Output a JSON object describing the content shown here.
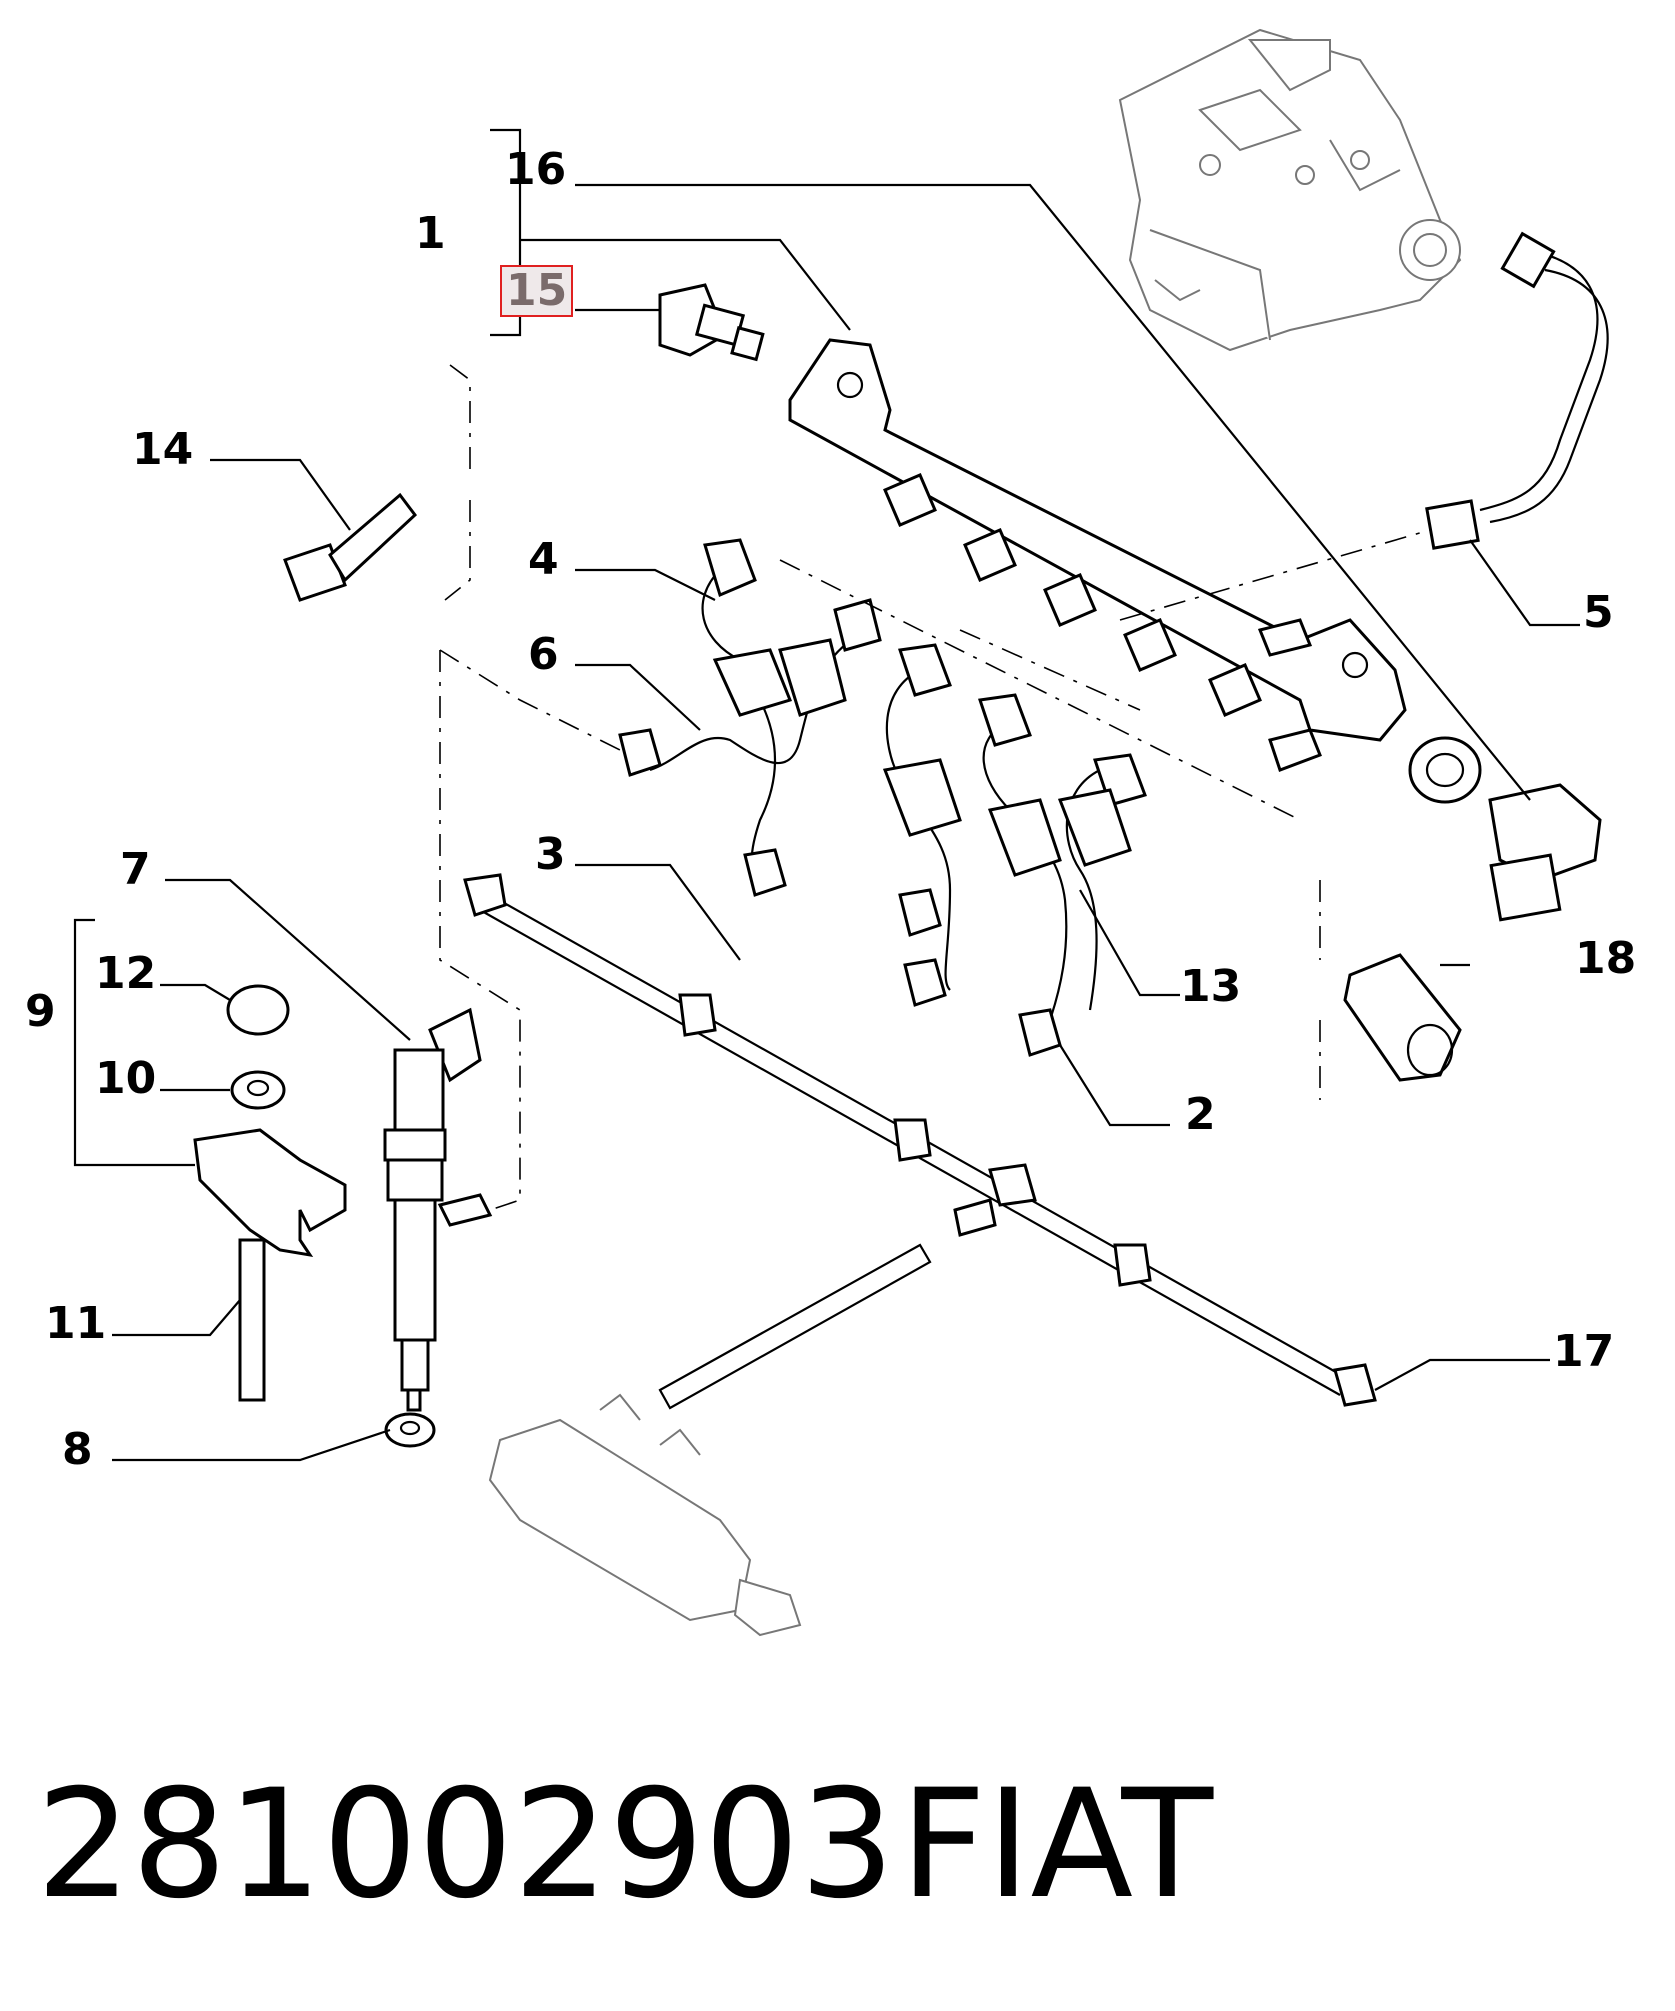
{
  "diagram": {
    "callouts": [
      {
        "id": "1",
        "label": "1",
        "highlighted": false
      },
      {
        "id": "2",
        "label": "2",
        "highlighted": false
      },
      {
        "id": "3",
        "label": "3",
        "highlighted": false
      },
      {
        "id": "4",
        "label": "4",
        "highlighted": false
      },
      {
        "id": "5",
        "label": "5",
        "highlighted": false
      },
      {
        "id": "6",
        "label": "6",
        "highlighted": false
      },
      {
        "id": "7",
        "label": "7",
        "highlighted": false
      },
      {
        "id": "8",
        "label": "8",
        "highlighted": false
      },
      {
        "id": "9",
        "label": "9",
        "highlighted": false
      },
      {
        "id": "10",
        "label": "10",
        "highlighted": false
      },
      {
        "id": "11",
        "label": "11",
        "highlighted": false
      },
      {
        "id": "12",
        "label": "12",
        "highlighted": false
      },
      {
        "id": "13",
        "label": "13",
        "highlighted": false
      },
      {
        "id": "14",
        "label": "14",
        "highlighted": false
      },
      {
        "id": "15",
        "label": "15",
        "highlighted": true
      },
      {
        "id": "16",
        "label": "16",
        "highlighted": false
      },
      {
        "id": "17",
        "label": "17",
        "highlighted": false
      },
      {
        "id": "18",
        "label": "18",
        "highlighted": false
      }
    ],
    "highlight_color": "#e02020"
  },
  "footer": {
    "part_number": "281002903",
    "brand": "FIAT"
  }
}
